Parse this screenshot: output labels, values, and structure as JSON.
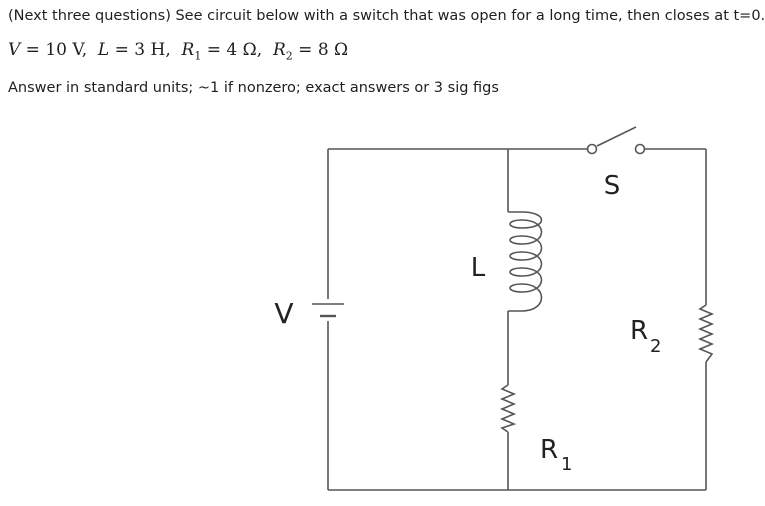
{
  "question": {
    "intro": "(Next three questions) See circuit below with a switch that was open for a long time, then closes at t=0.",
    "given": {
      "V": "10 V",
      "L": "3 H",
      "R1": "4 Ω",
      "R2": "8 Ω"
    },
    "instructions": "Answer in standard units; ~1 if nonzero; exact answers or 3 sig figs"
  },
  "circuit": {
    "labels": {
      "source": "V",
      "inductor": "L",
      "resistor1": "R",
      "resistor1_sub": "1",
      "resistor2": "R",
      "resistor2_sub": "2",
      "switch": "S"
    },
    "line_color": "#555555"
  }
}
